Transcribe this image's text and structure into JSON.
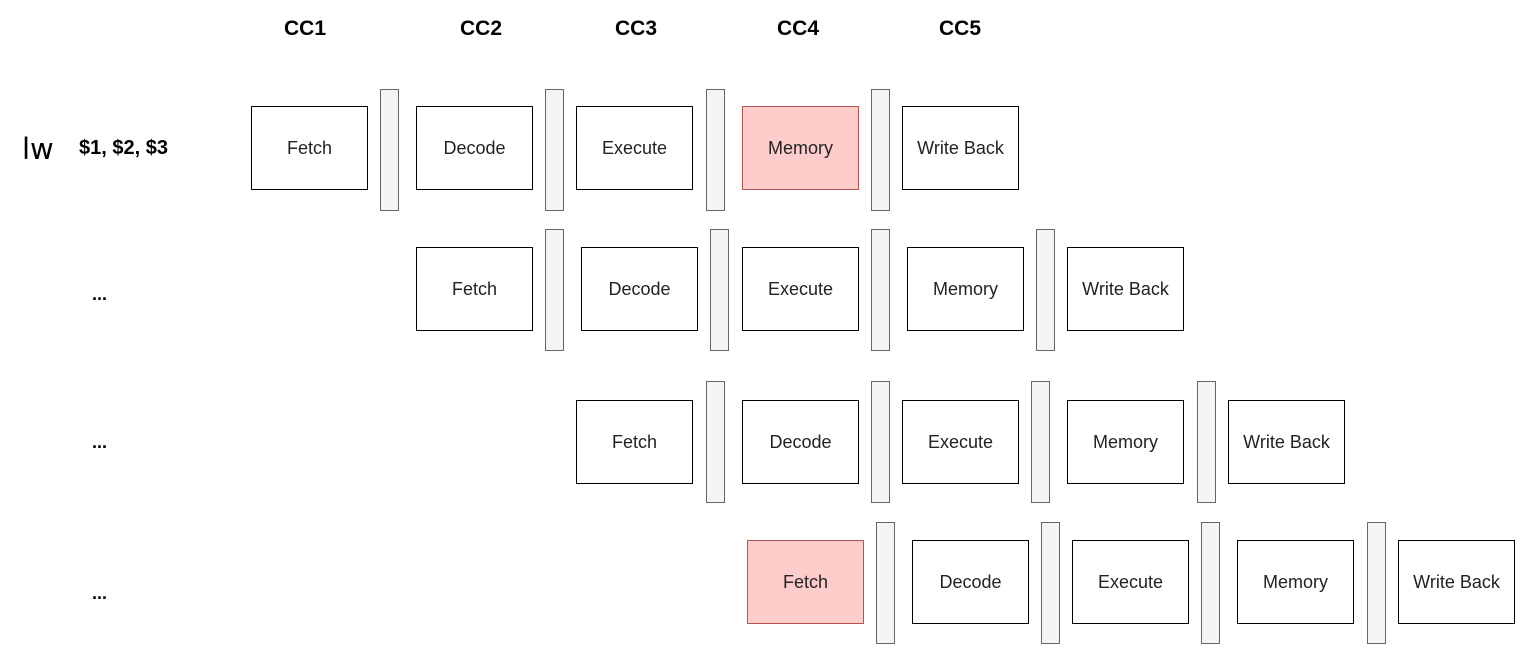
{
  "clock_cycles": [
    "CC1",
    "CC2",
    "CC3",
    "CC4",
    "CC5"
  ],
  "instruction": {
    "op": "lw",
    "args": "$1, $2, $3"
  },
  "row_labels": [
    "...",
    "...",
    "..."
  ],
  "colors": {
    "highlight_fill": "#ffcccc",
    "highlight_border": "#b85450",
    "register_fill": "#f5f5f5"
  },
  "rows": [
    {
      "stages": [
        {
          "label": "Fetch",
          "highlight": false
        },
        {
          "label": "Decode",
          "highlight": false
        },
        {
          "label": "Execute",
          "highlight": false
        },
        {
          "label": "Memory",
          "highlight": true
        },
        {
          "label": "Write Back",
          "highlight": false
        }
      ]
    },
    {
      "stages": [
        {
          "label": "Fetch",
          "highlight": false
        },
        {
          "label": "Decode",
          "highlight": false
        },
        {
          "label": "Execute",
          "highlight": false
        },
        {
          "label": "Memory",
          "highlight": false
        },
        {
          "label": "Write Back",
          "highlight": false
        }
      ]
    },
    {
      "stages": [
        {
          "label": "Fetch",
          "highlight": false
        },
        {
          "label": "Decode",
          "highlight": false
        },
        {
          "label": "Execute",
          "highlight": false
        },
        {
          "label": "Memory",
          "highlight": false
        },
        {
          "label": "Write Back",
          "highlight": false
        }
      ]
    },
    {
      "stages": [
        {
          "label": "Fetch",
          "highlight": true
        },
        {
          "label": "Decode",
          "highlight": false
        },
        {
          "label": "Execute",
          "highlight": false
        },
        {
          "label": "Memory",
          "highlight": false
        },
        {
          "label": "Write Back",
          "highlight": false
        }
      ]
    }
  ]
}
